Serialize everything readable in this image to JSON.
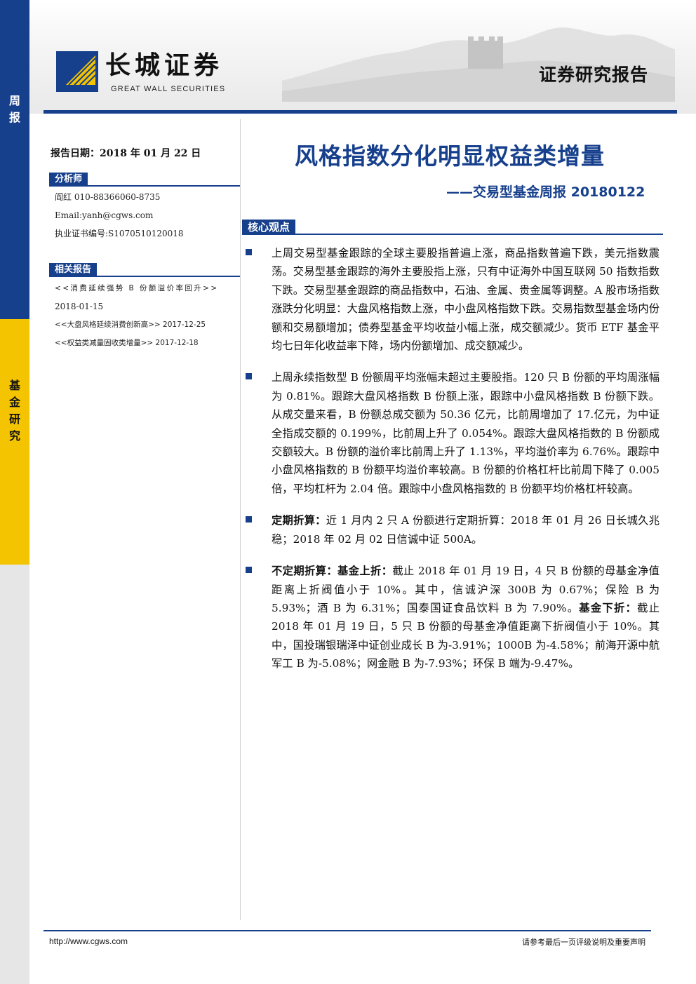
{
  "strip": {
    "category_label": [
      "周",
      "报"
    ],
    "section_label": [
      "基",
      "金",
      "研",
      "究"
    ]
  },
  "header": {
    "brand_cn": "长城证券",
    "brand_en": "GREAT WALL SECURITIES",
    "report_type": "证券研究报告"
  },
  "sidebar": {
    "report_date": "报告日期：2018 年 01 月 22 日",
    "analyst_heading": "分析师",
    "analyst_lines": [
      "阎红 010-88366060-8735",
      "Email:yanh@cgws.com",
      "执业证书编号:S1070510120018"
    ],
    "related_heading": "相关报告",
    "related_lines": [
      "<<消费延续强势 B 份额溢价率回升>>",
      "2018-01-15",
      "<<大盘风格延续消费创新高>> 2017-12-25",
      "<<权益类减量固收类增量>> 2017-12-18"
    ]
  },
  "main": {
    "title": "风格指数分化明显权益类增量",
    "subtitle": "——交易型基金周报 20180122",
    "core_heading": "核心观点",
    "bullets": [
      {
        "lead": "",
        "text": "上周交易型基金跟踪的全球主要股指普遍上涨，商品指数普遍下跌，美元指数震荡。交易型基金跟踪的海外主要股指上涨，只有中证海外中国互联网 50 指数指数下跌。交易型基金跟踪的商品指数中，石油、金属、贵金属等调整。A 股市场指数涨跌分化明显：大盘风格指数上涨，中小盘风格指数下跌。交易指数型基金场内份额和交易额增加；债券型基金平均收益小幅上涨，成交额减少。货币 ETF 基金平均七日年化收益率下降，场内份额增加、成交额减少。"
      },
      {
        "lead": "",
        "text": "上周永续指数型 B 份额周平均涨幅未超过主要股指。120 只 B 份额的平均周涨幅为 0.81%。跟踪大盘风格指数 B 份额上涨，跟踪中小盘风格指数 B 份额下跌。从成交量来看，B 份额总成交额为 50.36 亿元，比前周增加了 17.亿元，为中证全指成交额的 0.199%，比前周上升了 0.054%。跟踪大盘风格指数的 B 份额成交额较大。B 份额的溢价率比前周上升了 1.13%，平均溢价率为 6.76%。跟踪中小盘风格指数的 B 份额平均溢价率较高。B 份额的价格杠杆比前周下降了 0.005 倍，平均杠杆为 2.04 倍。跟踪中小盘风格指数的 B 份额平均价格杠杆较高。"
      },
      {
        "lead": "定期折算：",
        "text": "近 1 月内 2 只 A 份额进行定期折算：2018 年 01 月 26 日长城久兆稳；2018 年 02 月 02 日信诚中证 500A。"
      },
      {
        "lead": "不定期折算：",
        "lead2": "基金上折：",
        "text": "截止 2018 年 01 月 19 日，4 只 B 份额的母基金净值距离上折阀值小于 10%。其中，信诚沪深 300B 为 0.67%；保险 B 为 5.93%；酒 B 为 6.31%；国泰国证食品饮料 B 为 7.90%。",
        "lead3": "基金下折：",
        "text2": "截止 2018 年 01 月 19 日，5 只 B 份额的母基金净值距离下折阀值小于 10%。其中，国投瑞银瑞泽中证创业成长 B 为-3.91%；1000B 为-4.58%；前海开源中航军工 B 为-5.08%；网金融 B 为-7.93%；环保 B 端为-9.47%。"
      }
    ]
  },
  "footer": {
    "url": "http://www.cgws.com",
    "note": "请参考最后一页评级说明及重要声明"
  },
  "colors": {
    "brand_blue": "#163f8c",
    "brand_yellow": "#f5c400"
  },
  "icons": [
    "great-wall-logo-icon",
    "bullet-square-icon"
  ]
}
